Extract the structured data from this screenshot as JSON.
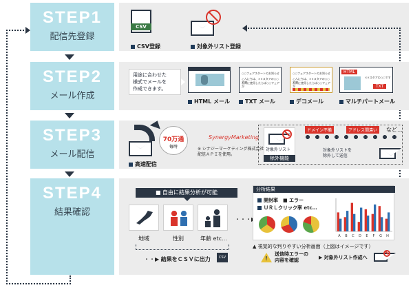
{
  "steps": [
    {
      "title": "STEP1",
      "subtitle": "配信先登録"
    },
    {
      "title": "STEP2",
      "subtitle": "メール作成"
    },
    {
      "title": "STEP3",
      "subtitle": "メール配信"
    },
    {
      "title": "STEP4",
      "subtitle": "結果確認"
    }
  ],
  "step1": {
    "csv_badge": "CSV",
    "csv_label": "CSV登録",
    "exclude_label": "対象外リスト登録"
  },
  "step2": {
    "note": "用途に合わせた\n様式でメールを\n作成できます。",
    "types": [
      "HTML メール",
      "TXT メール",
      "デコメール",
      "マルチパートメール"
    ],
    "html_tag": "HTML",
    "txt_tag": "TXT"
  },
  "step3": {
    "speed_big": "70万通",
    "speed_small": "毎時",
    "fast_label": "高速配信",
    "brand": "SynergyMarketing",
    "api_note": "※ シナジーマーケティング株式会社の\n配信ＡＰＩを使用。",
    "exclude_list": "対象外リスト",
    "exclude_fn": "除外機能",
    "domain_ng": "ドメイン不備",
    "address_ng": "アドレス間違い",
    "etc": "など…",
    "exclude_send": "対象外リストを\n除外して送信"
  },
  "step4": {
    "free_analysis": "自由に結果分析が可能",
    "cats": [
      "地域",
      "性別",
      "年齢 etc…"
    ],
    "csv_output": "結果をＣＳＶに出力",
    "csv_file": "CSV",
    "result_title": "分析結果",
    "metrics1": "開封率　■ エラー",
    "metrics2": "ＵＲＬクリック率 etc…",
    "visual_note": "▲ 視覚的な判りやすい分析画面（上図はイメージです）",
    "err_confirm": "送信時エラーの\n内容を確認",
    "to_exclude": "対象外リスト作成へ",
    "bar_axis": [
      "A",
      "B",
      "C",
      "D",
      "E",
      "F",
      "G",
      "H"
    ]
  },
  "chart_data": {
    "type": "bar",
    "categories": [
      "A",
      "B",
      "C",
      "D",
      "E",
      "F",
      "G",
      "H"
    ],
    "series": [
      {
        "values": [
          60,
          45,
          90,
          30,
          70,
          55,
          80,
          40
        ],
        "color": "#d9342b"
      },
      {
        "values": [
          40,
          65,
          55,
          75,
          50,
          85,
          45,
          60
        ],
        "color": "#2f6fb0"
      }
    ],
    "ylim": [
      0,
      100
    ]
  },
  "colors": {
    "step_bg": "#b7e1ea",
    "panel_bg": "#ececec",
    "dark": "#2b3644",
    "red": "#d9342b",
    "blue": "#2f6fb0",
    "yellow": "#e8c23a",
    "green": "#5aa64a"
  }
}
